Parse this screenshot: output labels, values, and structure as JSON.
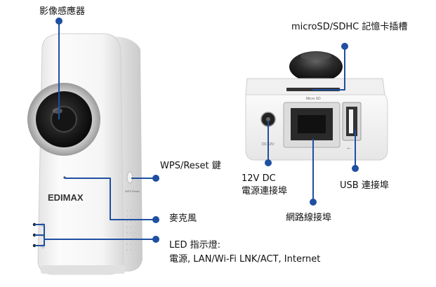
{
  "labels": {
    "image_sensor": "影像感應器",
    "wps_reset": "WPS/Reset  鍵",
    "microphone": "麥克風",
    "led_title": "LED 指示燈:",
    "led_detail": "電源, LAN/Wi-Fi LNK/ACT,  Internet",
    "microsd": "microSD/SDHC  記憶卡插槽",
    "dc_power_line1": "12V DC",
    "dc_power_line2": "電源連接埠",
    "usb_port": "USB 連接埠",
    "network_port": "網路線接埠"
  },
  "device_print": {
    "brand": "EDIMAX",
    "wps_button_text": "WPS Reset",
    "micro_sd_text": "Micro SD",
    "dc_text": "DC 12V"
  },
  "colors": {
    "connector_line": "#1f4fa0",
    "dot": "#1f4fa0",
    "body_white": "#f4f4f4",
    "lens_black": "#1a1a1a"
  }
}
